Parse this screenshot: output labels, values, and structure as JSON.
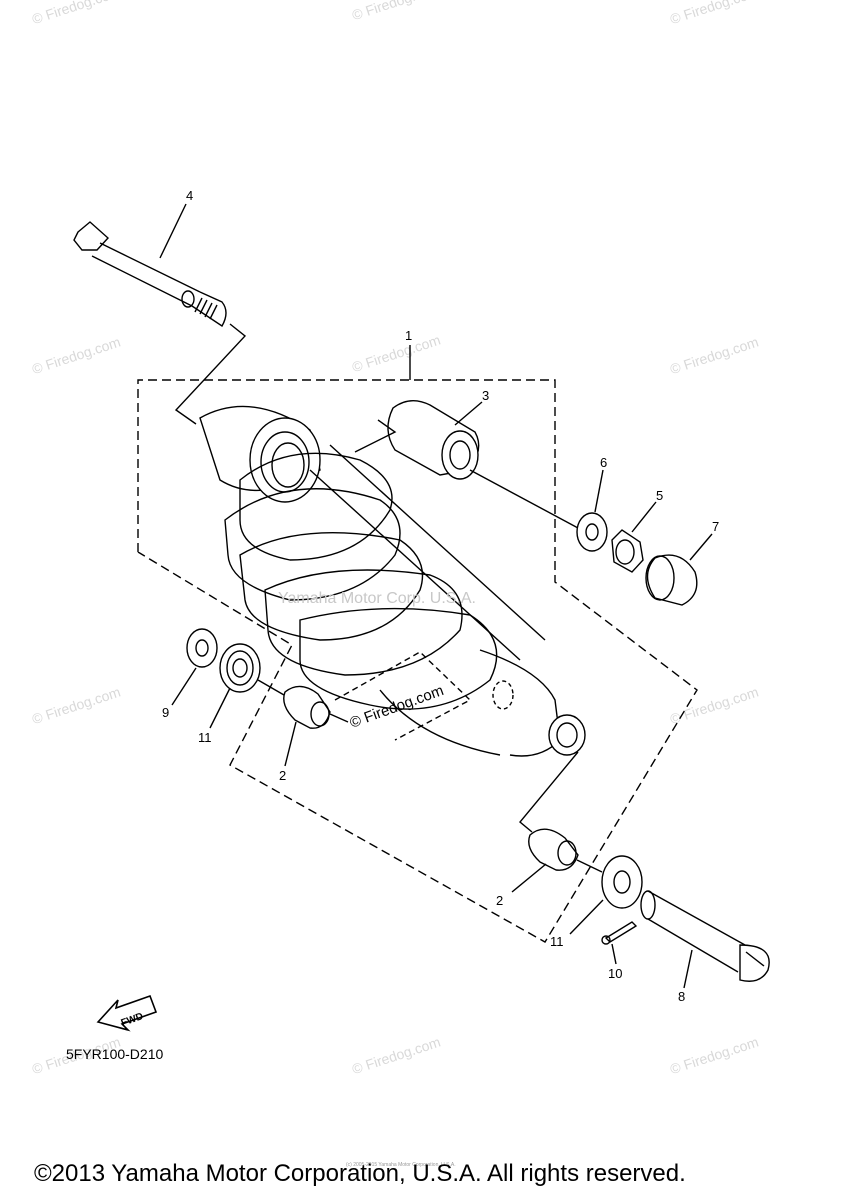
{
  "watermarks": {
    "site": "© Firedog.com",
    "center_overlay": "Yamaha Motor Corp. U.S.A."
  },
  "callouts": {
    "shock_absorber_assy": "1",
    "collar_upper_right": "2",
    "collar_lower_right": "2",
    "bushing": "3",
    "bolt_upper": "4",
    "nut": "5",
    "washer_upper": "6",
    "cap": "7",
    "bolt_lower": "8",
    "washer_left": "9",
    "cotter_pin": "10",
    "washer_left_inner": "11",
    "washer_lower_right": "11"
  },
  "fwd_label": "FWD",
  "diagram_code": "5FYR100-D210",
  "footer": {
    "copyright": "©2013 Yamaha Motor Corporation, U.S.A. All rights reserved.",
    "small_print": "(c) 2005-2015 Yamaha Motor Corporation, U.S.A."
  }
}
